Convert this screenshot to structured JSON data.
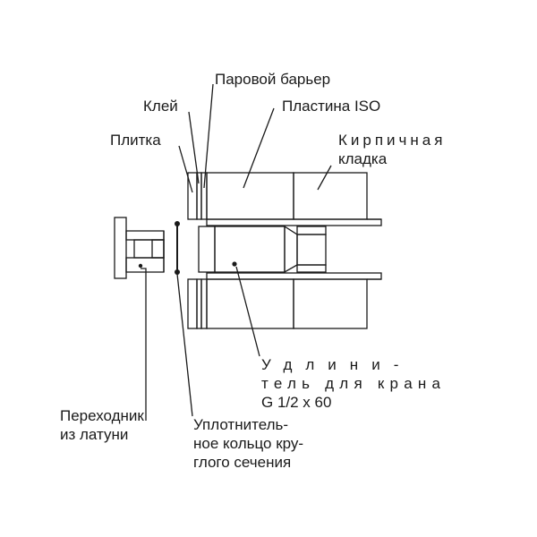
{
  "labels": {
    "vapor_barrier": "Паровой барьер",
    "glue": "Клей",
    "iso_plate": "Пластина ISO",
    "tile": "Плитка",
    "brick_line1": "Кирпичная",
    "brick_line2": "кладка",
    "extension_line1": "Удлини-",
    "extension_line2": "тель для крана",
    "extension_line3": "G 1/2 x 60",
    "adapter_line1": "Переходник",
    "adapter_line2": "из латуни",
    "oring_line1": "Уплотнитель-",
    "oring_line2": "ное кольцо кру-",
    "oring_line3": "глого сечения"
  }
}
